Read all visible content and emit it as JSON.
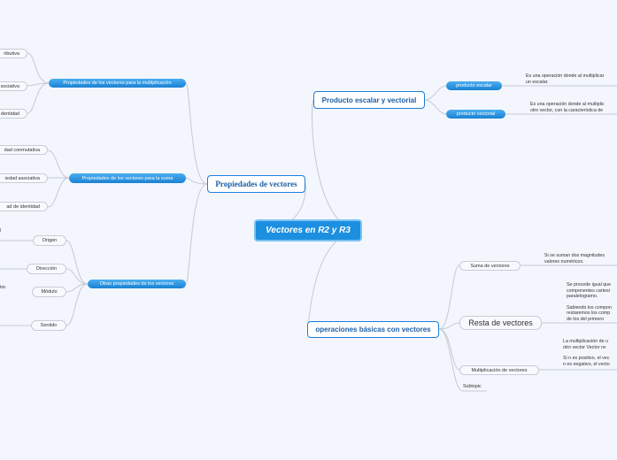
{
  "center": "Vectores en R2 y R3",
  "left": {
    "main": "Propiedades de vectores",
    "groups": [
      {
        "label": "Propiedades de los vectores para la multiplicación",
        "children": [
          "ributiva",
          "sociativa",
          "dentidad"
        ]
      },
      {
        "label": "Propiedades de los vectores para la suma",
        "children": [
          "dad conmutativa",
          "iedad asociativa",
          "ad de identidad"
        ]
      },
      {
        "label": "Otras propiedades de los vectores",
        "children": [
          "Origen",
          "Dirección",
          "Módulo",
          "Sentido"
        ]
      }
    ],
    "fragments": [
      "l",
      "tor."
    ]
  },
  "right_top": {
    "main": "Producto escalar y vectorial",
    "children": [
      {
        "label": "producto escalar",
        "note": [
          "Es una operación donde al multiplicar",
          "un escalar."
        ]
      },
      {
        "label": "producto vectorial",
        "note": [
          "Es una operación donde al multiplic",
          "otro vector, con la característica de"
        ]
      }
    ]
  },
  "right_bottom": {
    "main": "operaciones básicas con vectores",
    "children": [
      {
        "label": "Suma de vectores",
        "note": [
          "Si se suman dos magnitudes",
          "valores numéricos."
        ]
      },
      {
        "label": "Resta de vectores",
        "note": [
          "Se procede igual que",
          "componentes cartesi",
          "paralelogramo.",
          "",
          "Sabiendo los compon",
          "restaremos los comp",
          "de los del primero"
        ]
      },
      {
        "label": "Multiplicación de vectores",
        "note": [
          "La multiplicación de u",
          "otro vector Vector nv",
          "",
          "Si n es positivo, el vec",
          "n es negativo, el vecto"
        ]
      },
      {
        "label": "Subtopic"
      }
    ]
  }
}
